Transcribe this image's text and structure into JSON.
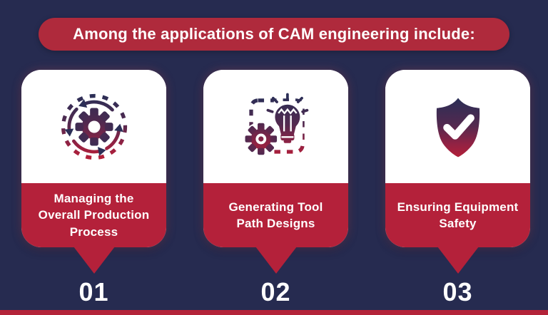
{
  "colors": {
    "background": "#262B50",
    "banner_red": "#AF2A3C",
    "card_red": "#B4213A",
    "bottom_bar_red": "#B32339",
    "icon_navy": "#2B2E56",
    "icon_red": "#B51F38",
    "text_white": "#FFFFFF"
  },
  "header": {
    "title": "Among the applications of CAM engineering include:"
  },
  "cards": [
    {
      "number": "01",
      "label": "Managing the\nOverall Production\nProcess",
      "icon": "process-cycle-gear-icon"
    },
    {
      "number": "02",
      "label": "Generating Tool\nPath Designs",
      "icon": "gear-lightbulb-idea-icon"
    },
    {
      "number": "03",
      "label": "Ensuring Equipment\nSafety",
      "icon": "shield-checkmark-icon"
    }
  ]
}
